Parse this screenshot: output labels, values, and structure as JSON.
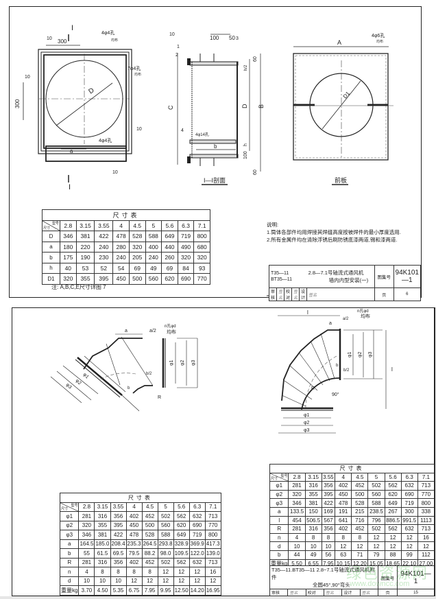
{
  "sheet1": {
    "front_view": {
      "section_mark": "I",
      "dims": [
        "300",
        "300",
        "D",
        "a"
      ],
      "callouts": {
        "weld_10": "10",
        "holes_top": "4φ4孔",
        "holes_top_sub": "均布",
        "holes_side": "7φ4孔",
        "holes_side_sub": "均布",
        "holes_bottom": "4φ4孔"
      }
    },
    "section_view": {
      "title": "I—I剖面",
      "labels": [
        "10",
        "1",
        "2",
        "3",
        "4"
      ],
      "dims": {
        "top_a": "100",
        "top_b": "50",
        "v60_top": "60",
        "h_top": "h/2",
        "D": "D",
        "B": "B",
        "C": "C",
        "h": "h",
        "v100": "100",
        "v60_bot": "60",
        "b": "b"
      },
      "holes": "4φ14孔"
    },
    "front_plate": {
      "title": "前板",
      "dim_A": "A",
      "dim_D1": "D1",
      "holes": "4φ6孔",
      "holes_sub": "均布"
    },
    "dim_table": {
      "title": "尺寸表",
      "corner_top": "型号",
      "corner_bottom": "尺寸",
      "models": [
        "2.8",
        "3.15",
        "3.55",
        "4",
        "4.5",
        "5",
        "5.6",
        "6.3",
        "7.1"
      ],
      "rows": [
        {
          "label": "D",
          "values": [
            "346",
            "381",
            "422",
            "478",
            "528",
            "588",
            "649",
            "719",
            "800"
          ]
        },
        {
          "label": "a",
          "values": [
            "180",
            "220",
            "240",
            "280",
            "320",
            "400",
            "440",
            "490",
            "680"
          ]
        },
        {
          "label": "b",
          "values": [
            "175",
            "190",
            "230",
            "240",
            "205",
            "240",
            "260",
            "320",
            "320"
          ]
        },
        {
          "label": "h",
          "values": [
            "40",
            "53",
            "52",
            "54",
            "69",
            "49",
            "69",
            "84",
            "93"
          ]
        },
        {
          "label": "D1",
          "values": [
            "320",
            "355",
            "395",
            "450",
            "500",
            "560",
            "620",
            "690",
            "770"
          ]
        }
      ]
    },
    "note": "注: A,B,C,E尺寸详图 7",
    "explanation": {
      "title": "说明:",
      "items": [
        "1.筒体各部件均用焊接其焊缝高度按被焊件的最小厚度选用.",
        "2.所有金属件均在清除浮锈后刷防锈底漆两道,锡和漆两道."
      ]
    },
    "title_block": {
      "code_line1": "T35—11",
      "code_line2": "BT35—11",
      "name_line1": "2.8—7.1号轴流式通风机",
      "name_line2": "墙内内型安装(一)",
      "atlas_label": "图集号",
      "atlas_no": "94K101—1",
      "sign_labels": [
        "审核",
        "校对",
        "设计",
        "页"
      ],
      "signatures": [
        "签名",
        "签名",
        "签名"
      ],
      "page": "6"
    }
  },
  "sheet2": {
    "elbow45": {
      "labels": {
        "holes": "n孔φd",
        "holes_sub": "均布",
        "a": "a",
        "a_half": "a/2",
        "b": "b",
        "b_half": "b/2",
        "phi1": "φ1",
        "phi2": "φ2",
        "phi3": "φ3",
        "R": "R"
      }
    },
    "elbow90": {
      "labels": {
        "l_top": "l",
        "l_right": "l",
        "holes": "n孔φd",
        "holes_sub": "均布",
        "a": "a",
        "a_half": "a/2",
        "b": "b",
        "b_half": "b/2",
        "phi1": "φ1",
        "phi2": "φ2",
        "phi3": "φ3",
        "R": "R",
        "angle": "90°"
      }
    },
    "table45": {
      "title": "尺寸表",
      "corner_top": "型号",
      "corner_bottom": "尺寸",
      "models": [
        "2.8",
        "3.15",
        "3.55",
        "4",
        "4.5",
        "5",
        "5.6",
        "6.3",
        "7.1"
      ],
      "rows": [
        {
          "label": "φ1",
          "values": [
            "281",
            "316",
            "356",
            "402",
            "452",
            "502",
            "562",
            "632",
            "713"
          ]
        },
        {
          "label": "φ2",
          "values": [
            "320",
            "355",
            "395",
            "450",
            "500",
            "560",
            "620",
            "690",
            "770"
          ]
        },
        {
          "label": "φ3",
          "values": [
            "346",
            "381",
            "422",
            "478",
            "528",
            "588",
            "649",
            "719",
            "800"
          ]
        },
        {
          "label": "a",
          "values": [
            "164.5",
            "185.0",
            "208.4",
            "235.3",
            "264.5",
            "293.8",
            "328.9",
            "369.9",
            "417.3"
          ]
        },
        {
          "label": "b",
          "values": [
            "55",
            "61.5",
            "69.5",
            "79.5",
            "88.2",
            "98.0",
            "109.5",
            "122.0",
            "139.0"
          ]
        },
        {
          "label": "R",
          "values": [
            "281",
            "316",
            "356",
            "402",
            "452",
            "502",
            "562",
            "632",
            "713"
          ]
        },
        {
          "label": "n",
          "values": [
            "4",
            "8",
            "8",
            "8",
            "8",
            "12",
            "12",
            "12",
            "16"
          ]
        },
        {
          "label": "d",
          "values": [
            "10",
            "10",
            "10",
            "12",
            "12",
            "12",
            "12",
            "12",
            "12"
          ]
        },
        {
          "label": "重量kg",
          "values": [
            "3.70",
            "4.50",
            "5.35",
            "6.75",
            "7.95",
            "9.95",
            "12.50",
            "14.20",
            "16.95"
          ]
        }
      ]
    },
    "table90": {
      "title": "尺寸表",
      "corner_top": "型号",
      "corner_bottom": "尺寸",
      "models": [
        "2.8",
        "3.15",
        "3.55",
        "4",
        "4.5",
        "5",
        "5.6",
        "6.3",
        "7.1"
      ],
      "rows": [
        {
          "label": "φ1",
          "values": [
            "281",
            "316",
            "356",
            "402",
            "452",
            "502",
            "562",
            "632",
            "713"
          ]
        },
        {
          "label": "φ2",
          "values": [
            "320",
            "355",
            "395",
            "450",
            "500",
            "560",
            "620",
            "690",
            "770"
          ]
        },
        {
          "label": "φ3",
          "values": [
            "346",
            "381",
            "422",
            "478",
            "528",
            "588",
            "649",
            "719",
            "800"
          ]
        },
        {
          "label": "a",
          "values": [
            "133.5",
            "150",
            "169",
            "191",
            "215",
            "238.5",
            "267",
            "300",
            "338"
          ]
        },
        {
          "label": "l",
          "values": [
            "454",
            "506.5",
            "567",
            "641",
            "716",
            "796",
            "886.5",
            "991.5",
            "1113"
          ]
        },
        {
          "label": "R",
          "values": [
            "281",
            "316",
            "356",
            "402",
            "452",
            "502",
            "562",
            "632",
            "713"
          ]
        },
        {
          "label": "n",
          "values": [
            "4",
            "8",
            "8",
            "8",
            "8",
            "12",
            "12",
            "12",
            "16"
          ]
        },
        {
          "label": "d",
          "values": [
            "10",
            "10",
            "10",
            "12",
            "12",
            "12",
            "12",
            "12",
            "12"
          ]
        },
        {
          "label": "b",
          "values": [
            "44",
            "49",
            "56",
            "63",
            "71",
            "79",
            "88",
            "99",
            "112"
          ]
        },
        {
          "label": "重量kg",
          "values": [
            "5.50",
            "6.55",
            "7.95",
            "10.15",
            "12.20",
            "15.05",
            "18.65",
            "22.10",
            "27.00"
          ]
        }
      ]
    },
    "title_block": {
      "name_line1": "T35—11.BT35—11  2.8~7.1号轴流式通风机附件",
      "name_line2": "全圆45°,90°弯头",
      "atlas_label": "图集号",
      "atlas_no": "94K101—1",
      "sign_labels": [
        "审核",
        "校对",
        "设计",
        "页"
      ],
      "signatures": [
        "签名",
        "签名",
        "签名"
      ],
      "page": "15"
    },
    "watermark": {
      "line1": "绿色资源网",
      "line2": "www.downcc.com"
    }
  }
}
